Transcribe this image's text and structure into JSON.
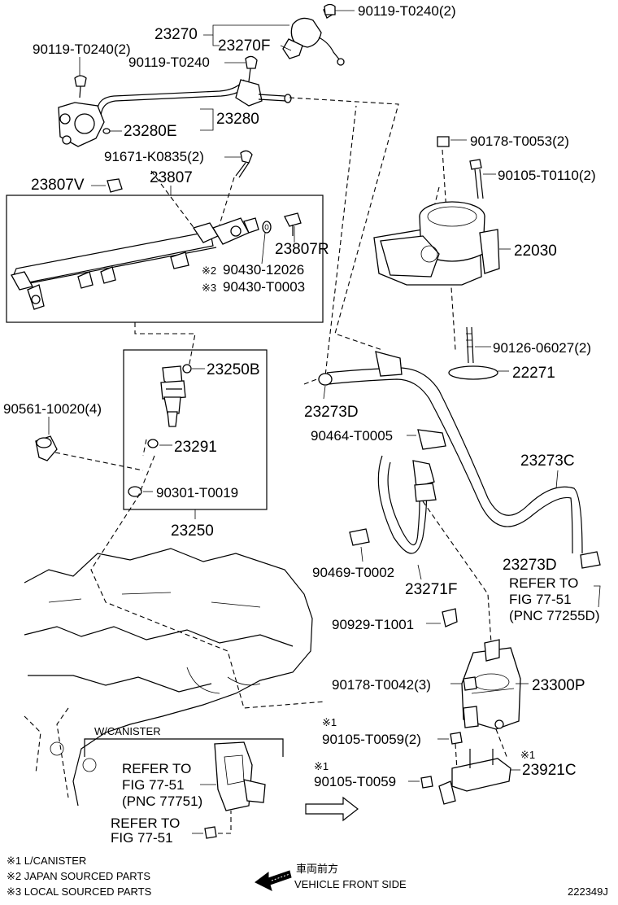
{
  "parts": {
    "p23270": "23270",
    "p23270F": "23270F",
    "b90119_2a": "90119-T0240(2)",
    "b90119_2b": "90119-T0240(2)",
    "b90119": "90119-T0240",
    "p23280": "23280",
    "p23280E": "23280E",
    "b91671": "91671-K0835(2)",
    "p23807": "23807",
    "p23807V": "23807V",
    "p23807R": "23807R",
    "w90430a": "90430-12026",
    "w90430b": "90430-T0003",
    "mark2": "※2",
    "mark3": "※3",
    "p23250B": "23250B",
    "p23291": "23291",
    "o90301": "90301-T0019",
    "p23250": "23250",
    "c90561": "90561-10020(4)",
    "c90178a": "90178-T0053(2)",
    "b90105a": "90105-T0110(2)",
    "p22030": "22030",
    "s90126": "90126-06027(2)",
    "g22271": "22271",
    "p23273D": "23273D",
    "c90464": "90464-T0005",
    "p23273C": "23273C",
    "p23273D_b": "23273D",
    "ref1": "REFER TO",
    "ref1b": "FIG 77-51",
    "ref1c": "(PNC 77255D)",
    "c90469": "90469-T0002",
    "p23271F": "23271F",
    "c90929": "90929-T1001",
    "c90178b": "90178-T0042(3)",
    "p23300P": "23300P",
    "mark1a": "※1",
    "b90105b": "90105-T0059(2)",
    "mark1b": "※1",
    "b90105c": "90105-T0059",
    "mark1c": "※1",
    "p23921C": "23921C",
    "wcanister": "W/CANISTER",
    "ref2": "REFER TO",
    "ref2b": "FIG 77-51",
    "ref2c": "(PNC 77751)",
    "ref3": "REFER TO",
    "ref3b": "FIG 77-51"
  },
  "legend": {
    "l1": "※1 L/CANISTER",
    "l2": "※2 JAPAN SOURCED PARTS",
    "l3": "※3 LOCAL SOURCED PARTS"
  },
  "front": {
    "jp": "車両前方",
    "en": "VEHICLE FRONT SIDE"
  },
  "diagram_id": "222349J"
}
